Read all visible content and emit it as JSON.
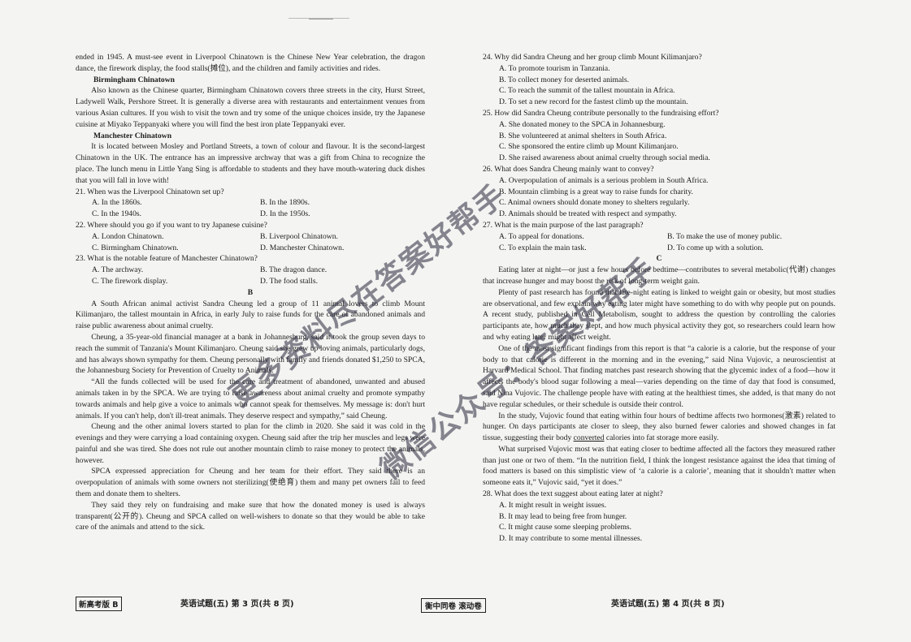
{
  "left": {
    "intro": "ended in 1945. A must-see event in Liverpool Chinatown is the Chinese New Year celebration, the dragon dance, the firework display, the food stalls(摊位), and the children and family activities and rides.",
    "birmingham_title": "Birmingham Chinatown",
    "birmingham_text": "Also known as the Chinese quarter, Birmingham Chinatown covers three streets in the city, Hurst Street, Ladywell Walk, Pershore Street. It is generally a diverse area with restaurants and entertainment venues from various Asian cultures. If you wish to visit the town and try some of the unique choices inside, try the Japanese cuisine at Miyako Teppanyaki where you will find the best iron plate Teppanyaki ever.",
    "manchester_title": "Manchester Chinatown",
    "manchester_text": "It is located between Mosley and Portland Streets, a town of colour and flavour. It is the second-largest Chinatown in the UK. The entrance has an impressive archway that was a gift from China to recognize the place. The lunch menu in Little Yang Sing is affordable to students and they have mouth-watering duck dishes that you will fall in love with!",
    "q21": "21. When was the Liverpool Chinatown set up?",
    "q21a": "A. In the 1860s.",
    "q21b": "B. In the 1890s.",
    "q21c": "C. In the 1940s.",
    "q21d": "D. In the 1950s.",
    "q22": "22. Where should you go if you want to try Japanese cuisine?",
    "q22a": "A. London Chinatown.",
    "q22b": "B. Liverpool Chinatown.",
    "q22c": "C. Birmingham Chinatown.",
    "q22d": "D. Manchester Chinatown.",
    "q23": "23. What is the notable feature of Manchester Chinatown?",
    "q23a": "A. The archway.",
    "q23b": "B. The dragon dance.",
    "q23c": "C. The firework display.",
    "q23d": "D. The food stalls.",
    "section_b": "B",
    "b_p1": "A South African animal activist Sandra Cheung led a group of 11 animal lovers to climb Mount Kilimanjaro, the tallest mountain in Africa, in early July to raise funds for the care of abandoned animals and raise public awareness about animal cruelty.",
    "b_p2": "Cheung, a 35-year-old financial manager at a bank in Johannesburg, said it took the group seven days to reach the summit of Tanzania's Mount Kilimanjaro. Cheung said she grew up loving animals, particularly dogs, and has always shown sympathy for them. Cheung personally with family and friends donated $1,250 to SPCA, the Johannesburg Society for Prevention of Cruelty to Animals.",
    "b_p3": "“All the funds collected will be used for the care and treatment of abandoned, unwanted and abused animals taken in by the SPCA. We are trying to raise awareness about animal cruelty and promote sympathy towards animals and help give a voice to animals who cannot speak for themselves. My message is: don't hurt animals. If you can't help, don't ill-treat animals. They deserve respect and sympathy,” said Cheung.",
    "b_p4": "Cheung and the other animal lovers started to plan for the climb in 2020. She said it was cold in the evenings and they were carrying a load containing oxygen. Cheung said after the trip her muscles and legs were painful and she was tired. She does not rule out another mountain climb to raise money to protect the animals, however.",
    "b_p5": "SPCA expressed appreciation for Cheung and her team for their effort. They said there is an overpopulation of animals with some owners not sterilizing(使绝育) them and many pet owners fail to feed them and donate them to shelters.",
    "b_p6": "They said they rely on fundraising and make sure that how the donated money is used is always transparent(公开的). Cheung and SPCA called on well-wishers to donate so that they would be able to take care of the animals and attend to the sick."
  },
  "right": {
    "q24": "24. Why did Sandra Cheung and her group climb Mount Kilimanjaro?",
    "q24a": "A. To promote tourism in Tanzania.",
    "q24b": "B. To collect money for deserted animals.",
    "q24c": "C. To reach the summit of the tallest mountain in Africa.",
    "q24d": "D. To set a new record for the fastest climb up the mountain.",
    "q25": "25. How did Sandra Cheung contribute personally to the fundraising effort?",
    "q25a": "A. She donated money to the SPCA in Johannesburg.",
    "q25b": "B. She volunteered at animal shelters in South Africa.",
    "q25c": "C. She sponsored the entire climb up Mount Kilimanjaro.",
    "q25d": "D. She raised awareness about animal cruelty through social media.",
    "q26": "26. What does Sandra Cheung mainly want to convey?",
    "q26a": "A. Overpopulation of animals is a serious problem in South Africa.",
    "q26b": "B. Mountain climbing is a great way to raise funds for charity.",
    "q26c": "C. Animal owners should donate money to shelters regularly.",
    "q26d": "D. Animals should be treated with respect and sympathy.",
    "q27": "27. What is the main purpose of the last paragraph?",
    "q27a": "A. To appeal for donations.",
    "q27b": "B. To make the use of money public.",
    "q27c": "C. To explain the main task.",
    "q27d": "D. To come up with a solution.",
    "section_c": "C",
    "c_p1": "Eating later at night—or just a few hours before bedtime—contributes to several metabolic(代谢) changes that increase hunger and may boost the risk of long-term weight gain.",
    "c_p2": "Plenty of past research has found that late-night eating is linked to weight gain or obesity, but most studies are observational, and few explain why eating later might have something to do with why people put on pounds. A recent study, published in Cell Metabolism, sought to address the question by controlling the calories participants ate, how much they slept, and how much physical activity they got, so researchers could learn how and why eating later might affect weight.",
    "c_p3": "One of the most significant findings from this report is that “a calorie is a calorie, but the response of your body to that calorie is different in the morning and in the evening,” said Nina Vujovic, a neuroscientist at Harvard Medical School. That finding matches past research showing that the glycemic index of a food—how it affects the body's blood sugar following a meal—varies depending on the time of day that food is consumed, said Nina Vujovic. The challenge people have with eating at the healthiest times, she added, is that many do not have regular schedules, or their schedule is outside their control.",
    "c_p4_start": "In the study, Vujovic found that eating within four hours of bedtime affects two hormones(激素) related to hunger. On days participants ate closer to sleep, they also burned fewer calories and showed changes in fat tissue, suggesting their body ",
    "c_p4_underlined": "converted",
    "c_p4_end": " calories into fat storage more easily.",
    "c_p5": "What surprised Vujovic most was that eating closer to bedtime affected all the factors they measured rather than just one or two of them. “In the nutrition field, I think the longest resistance against the idea that timing of food matters is based on this simplistic view of ‘a calorie is a calorie’, meaning that it shouldn't matter when someone eats it,” Vujovic said, “yet it does.”",
    "q28": "28. What does the text suggest about eating later at night?",
    "q28a": "A. It might result in weight issues.",
    "q28b": "B. It may lead to being free from hunger.",
    "q28c": "C. It might cause some sleeping problems.",
    "q28d": "D. It may contribute to some mental illnesses."
  },
  "footer": {
    "edition": "新高考版 B",
    "left_page": "英语试题(五)  第 3 页(共 8 页)",
    "center": "衡中同卷  滚动卷",
    "right_page": "英语试题(五)  第 4 页(共 8 页)"
  },
  "watermark": {
    "line1": "更多资料尽在答案好帮手",
    "line2": "微信公众号：答案好帮手"
  }
}
